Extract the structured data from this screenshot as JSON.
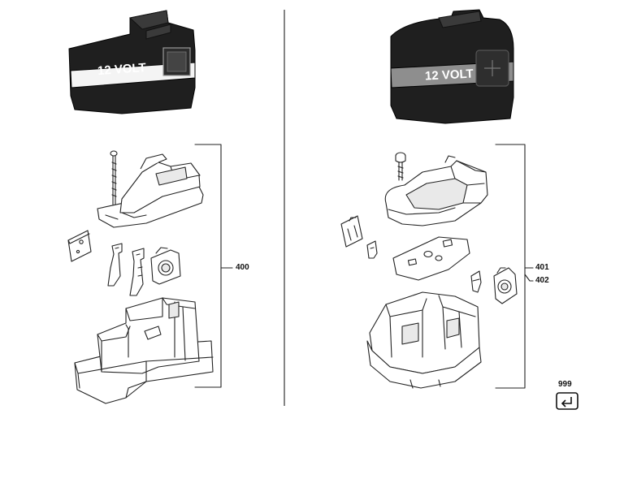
{
  "left_assembly": {
    "battery_label": "12 VOLT",
    "assembly_ref": "400"
  },
  "right_assembly": {
    "battery_label": "12 VOLT",
    "assembly_ref_a": "401",
    "assembly_ref_b": "402"
  },
  "accessory": {
    "ref": "999",
    "icon": "return-arrow-icon"
  }
}
